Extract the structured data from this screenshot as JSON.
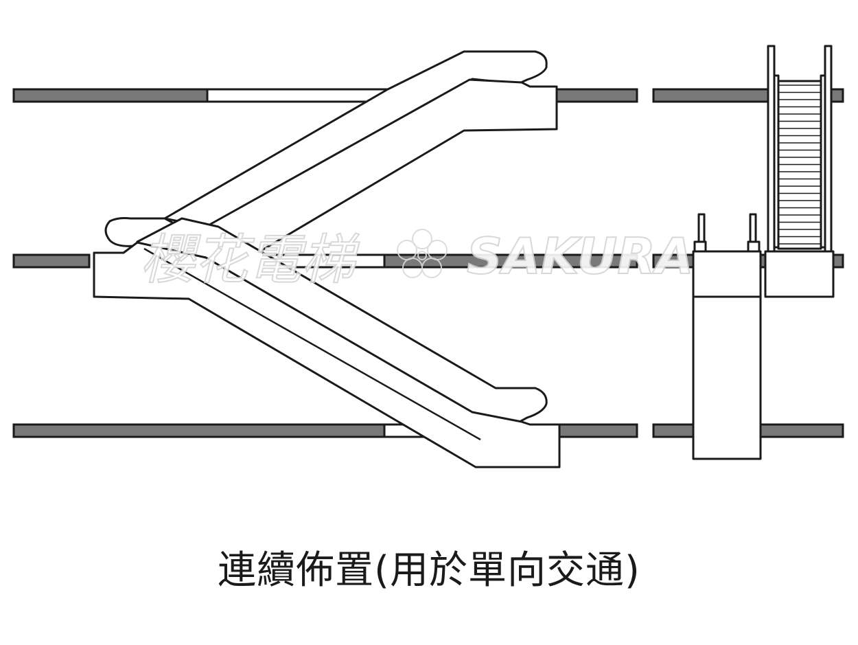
{
  "caption": "連續佈置(用於單向交通)",
  "watermark": {
    "chinese": "櫻花電梯",
    "latin": "SAKURA"
  },
  "colors": {
    "slab": "#7a7878",
    "line": "#1a1a1a",
    "watermark": "#d4d4d4"
  }
}
